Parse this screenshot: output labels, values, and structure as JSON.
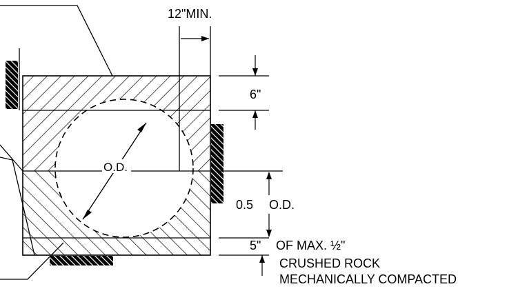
{
  "drawing": {
    "dimensions": {
      "min_clearance": "12\"MIN.",
      "cover_depth": "6\"",
      "pipe_diameter": "O.D.",
      "bedding_height_factor": "0.5",
      "bedding_height_unit": "O.D.",
      "base_thickness": "5\""
    },
    "notes": {
      "line1": "OF MAX. ½\"",
      "line2": "CRUSHED ROCK",
      "line3": "MECHANICALLY COMPACTED"
    }
  }
}
